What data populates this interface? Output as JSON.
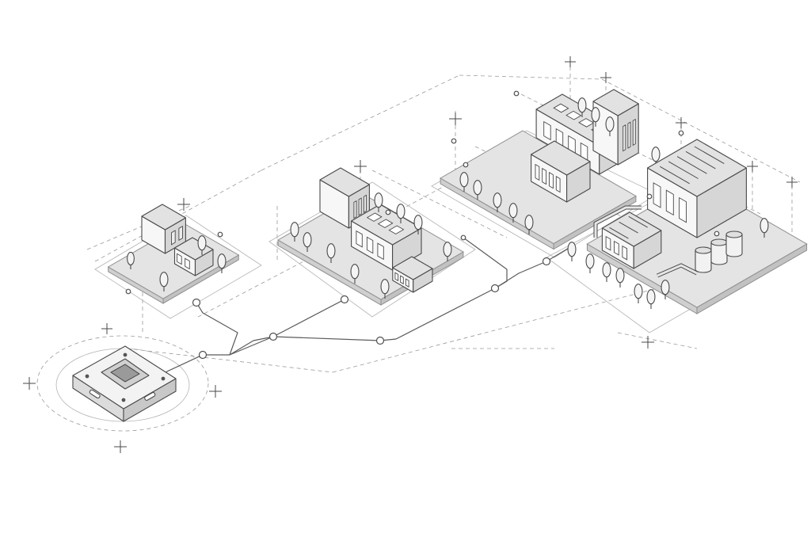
{
  "palette": {
    "background": "#ffffff",
    "line": "#4a4a4a",
    "plate_top": "#e4e4e4",
    "plate_side": "#cfcfcf",
    "roof": "#e2e2e2",
    "wall_left": "#f7f7f7",
    "wall_right": "#d6d6d6",
    "tree": "#f4f4f4",
    "guide": "#9a9a9a"
  },
  "diagram": {
    "device": {
      "kind": "edge-chip-icon"
    },
    "sites": [
      {
        "kind": "small-site",
        "buildings": 2,
        "trees": 4
      },
      {
        "kind": "medium-site",
        "buildings": 3,
        "trees": 9
      },
      {
        "kind": "campus-site",
        "buildings": 3,
        "trees": 9
      },
      {
        "kind": "factory-site",
        "buildings": 2,
        "tanks": 3,
        "trees": 7
      }
    ],
    "connections": 5
  }
}
